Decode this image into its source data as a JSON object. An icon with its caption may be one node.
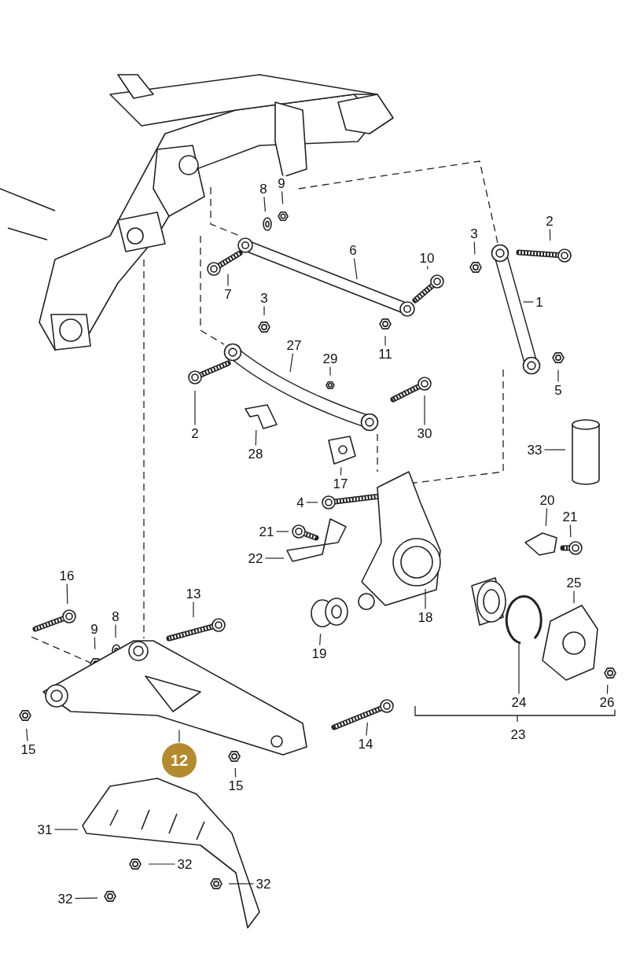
{
  "diagram": {
    "nodes": [
      {
        "text": [
          "8"
        ]
      },
      {
        "text": [
          "9"
        ]
      },
      {
        "text": [
          "6"
        ]
      },
      {
        "text": [
          "10"
        ]
      },
      {
        "text": [
          "3"
        ]
      },
      {
        "text": [
          "2"
        ]
      },
      {
        "text": [
          "7"
        ]
      },
      {
        "text": [
          "3"
        ]
      },
      {
        "text": [
          "1"
        ]
      },
      {
        "text": [
          "27"
        ]
      },
      {
        "text": [
          "11"
        ]
      },
      {
        "text": [
          "29"
        ]
      },
      {
        "text": [
          "5"
        ]
      },
      {
        "text": [
          "2"
        ]
      },
      {
        "text": [
          "30"
        ]
      },
      {
        "text": [
          "33"
        ]
      },
      {
        "text": [
          "28"
        ]
      },
      {
        "text": [
          "17"
        ]
      },
      {
        "text": [
          "4"
        ]
      },
      {
        "text": [
          "20"
        ]
      },
      {
        "text": [
          "21"
        ]
      },
      {
        "text": [
          "21"
        ]
      },
      {
        "text": [
          "22"
        ]
      },
      {
        "text": [
          "16"
        ]
      },
      {
        "text": [
          "13"
        ]
      },
      {
        "text": [
          "25"
        ]
      },
      {
        "text": [
          "8"
        ]
      },
      {
        "text": [
          "18"
        ]
      },
      {
        "text": [
          "9"
        ]
      },
      {
        "text": [
          "19"
        ]
      },
      {
        "text": [
          "24"
        ]
      },
      {
        "text": [
          "26"
        ]
      },
      {
        "text": [
          "23"
        ]
      },
      {
        "text": [
          "15"
        ]
      },
      {
        "text": [
          "14"
        ]
      },
      {
        "text": [
          "12"
        ]
      },
      {
        "text": [
          "15"
        ]
      },
      {
        "text": [
          "31"
        ]
      },
      {
        "text": [
          "32"
        ]
      },
      {
        "text": [
          "32"
        ]
      },
      {
        "text": [
          "32"
        ]
      }
    ],
    "edges": [
      {
        "from": 0,
        "to": null,
        "arrow": "none"
      },
      {
        "from": 1,
        "to": null,
        "arrow": "none"
      },
      {
        "from": 2,
        "to": null,
        "arrow": "none"
      },
      {
        "from": 3,
        "to": null,
        "arrow": "none"
      },
      {
        "from": 4,
        "to": null,
        "arrow": "none"
      },
      {
        "from": 5,
        "to": null,
        "arrow": "none"
      },
      {
        "from": 6,
        "to": null,
        "arrow": "none"
      },
      {
        "from": 7,
        "to": null,
        "arrow": "none"
      },
      {
        "from": 8,
        "to": null,
        "arrow": "none"
      },
      {
        "from": 9,
        "to": null,
        "arrow": "none"
      },
      {
        "from": 10,
        "to": null,
        "arrow": "none"
      },
      {
        "from": 11,
        "to": null,
        "arrow": "none"
      },
      {
        "from": 12,
        "to": null,
        "arrow": "none"
      },
      {
        "from": 13,
        "to": null,
        "arrow": "none"
      },
      {
        "from": 14,
        "to": null,
        "arrow": "none"
      },
      {
        "from": 15,
        "to": null,
        "arrow": "none"
      },
      {
        "from": 16,
        "to": null,
        "arrow": "none"
      },
      {
        "from": 17,
        "to": null,
        "arrow": "none"
      },
      {
        "from": 18,
        "to": null,
        "arrow": "none"
      },
      {
        "from": 19,
        "to": null,
        "arrow": "none"
      },
      {
        "from": 20,
        "to": null,
        "arrow": "none"
      },
      {
        "from": 21,
        "to": null,
        "arrow": "none"
      },
      {
        "from": 22,
        "to": null,
        "arrow": "none"
      },
      {
        "from": 23,
        "to": null,
        "arrow": "none"
      },
      {
        "from": 24,
        "to": null,
        "arrow": "none"
      },
      {
        "from": 25,
        "to": null,
        "arrow": "none"
      },
      {
        "from": 26,
        "to": null,
        "arrow": "none"
      },
      {
        "from": 27,
        "to": null,
        "arrow": "none"
      },
      {
        "from": 28,
        "to": null,
        "arrow": "none"
      },
      {
        "from": 29,
        "to": null,
        "arrow": "none"
      },
      {
        "from": 30,
        "to": null,
        "arrow": "none"
      },
      {
        "from": 31,
        "to": null,
        "arrow": "none"
      },
      {
        "from": 33,
        "to": null,
        "arrow": "none"
      },
      {
        "from": 34,
        "to": null,
        "arrow": "none"
      },
      {
        "from": 35,
        "to": null,
        "arrow": "none"
      },
      {
        "from": 36,
        "to": null,
        "arrow": "none"
      },
      {
        "from": 37,
        "to": null,
        "arrow": "none"
      },
      {
        "from": 38,
        "to": null,
        "arrow": "none"
      },
      {
        "from": 39,
        "to": null,
        "arrow": "none"
      },
      {
        "from": 40,
        "to": null,
        "arrow": "none"
      }
    ]
  }
}
